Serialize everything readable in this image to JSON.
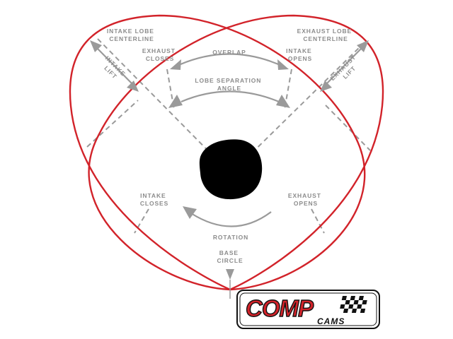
{
  "labels": {
    "intake_lobe_centerline": [
      "INTAKE LOBE",
      "CENTERLINE"
    ],
    "exhaust_lobe_centerline": [
      "EXHAUST LOBE",
      "CENTERLINE"
    ],
    "overlap": "OVERLAP",
    "exhaust_closes": [
      "EXHAUST",
      "CLOSES"
    ],
    "intake_opens": [
      "INTAKE",
      "OPENS"
    ],
    "intake_lift": [
      "INTAKE",
      "LIFT"
    ],
    "exhaust_lift": [
      "EXHAUST",
      "LIFT"
    ],
    "lobe_separation_angle": [
      "LOBE SEPARATION",
      "ANGLE"
    ],
    "intake_closes": [
      "INTAKE",
      "CLOSES"
    ],
    "exhaust_opens": [
      "EXHAUST",
      "OPENS"
    ],
    "rotation": "ROTATION",
    "base_circle": [
      "BASE",
      "CIRCLE"
    ]
  },
  "logo": {
    "line1": "COMP",
    "line2": "CAMS"
  },
  "colors": {
    "lobe_outline": "#d2232a",
    "annotation_gray": "#9a9a9a",
    "label_gray": "#8c8c8c",
    "cam_center": "#000000",
    "logo_red": "#d2232a"
  }
}
